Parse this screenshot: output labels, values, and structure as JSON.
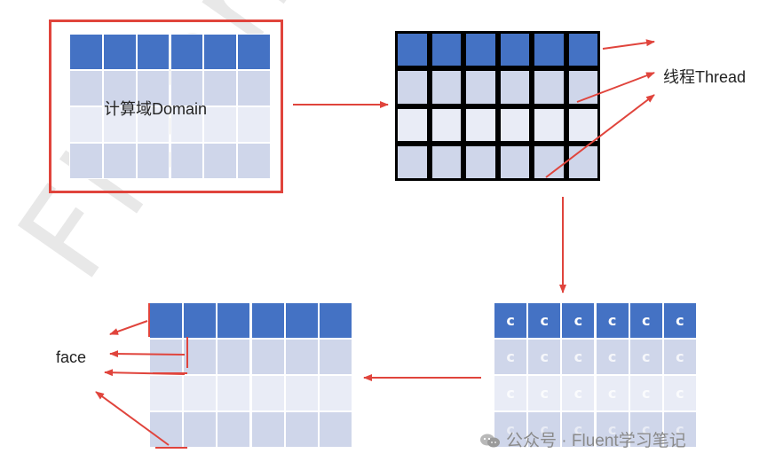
{
  "watermark": {
    "text": "Fluent"
  },
  "domain_panel": {
    "label": "计算域Domain"
  },
  "thread_panel": {
    "label": "线程Thread"
  },
  "cell_panel": {
    "glyph": "c"
  },
  "face_panel": {
    "label": "face"
  },
  "footer": {
    "text": "公众号 · Fluent学习笔记",
    "icon": "wechat-icon"
  },
  "colors": {
    "header_blue": "#4472c4",
    "row_light": "#cfd6ea",
    "row_lighter": "#e9ecf6",
    "grid_border": "#000000",
    "highlight_red": "#e0443c",
    "arrow_red": "#e0443c"
  }
}
